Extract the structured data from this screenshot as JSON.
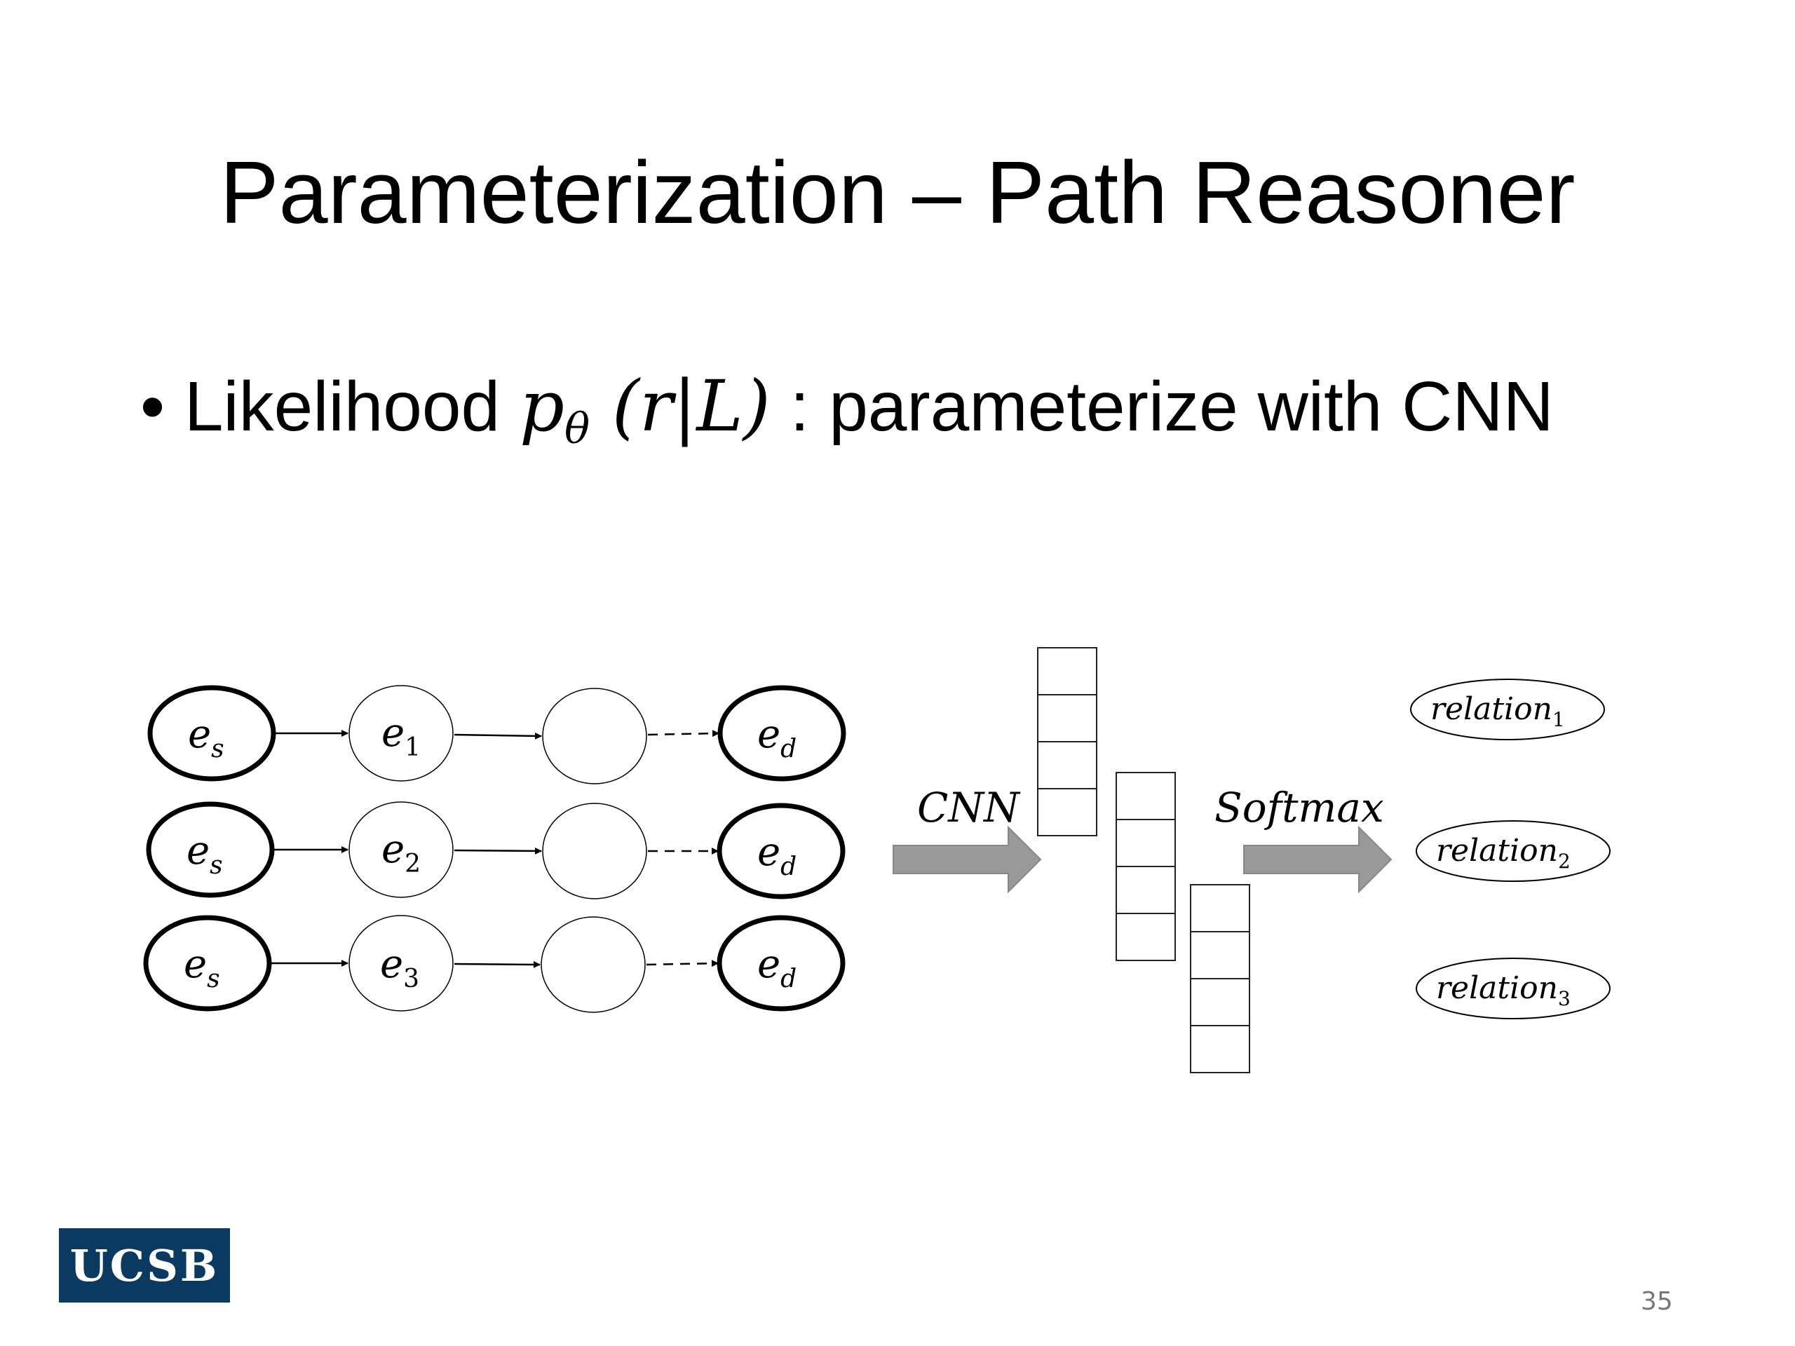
{
  "slide": {
    "title": "Parameterization – Path Reasoner",
    "bullet": {
      "marker": "•",
      "prefix": "Likelihood",
      "math_p": "p",
      "math_theta": "θ",
      "math_args": "(r|L)",
      "suffix": ": parameterize with CNN"
    },
    "logo_text": "UCSB",
    "page_number": "35"
  },
  "diagram": {
    "paths": [
      {
        "start": "e",
        "start_sub": "s",
        "mid": "e",
        "mid_sub": "1",
        "end": "e",
        "end_sub": "d"
      },
      {
        "start": "e",
        "start_sub": "s",
        "mid": "e",
        "mid_sub": "2",
        "end": "e",
        "end_sub": "d"
      },
      {
        "start": "e",
        "start_sub": "s",
        "mid": "e",
        "mid_sub": "3",
        "end": "e",
        "end_sub": "d"
      }
    ],
    "cnn_label": "CNN",
    "softmax_label": "Softmax",
    "relations": [
      {
        "name": "relation",
        "sub": "1"
      },
      {
        "name": "relation",
        "sub": "2"
      },
      {
        "name": "relation",
        "sub": "3"
      }
    ],
    "colors": {
      "arrow_fill": "#999999",
      "stroke": "#000000"
    }
  }
}
